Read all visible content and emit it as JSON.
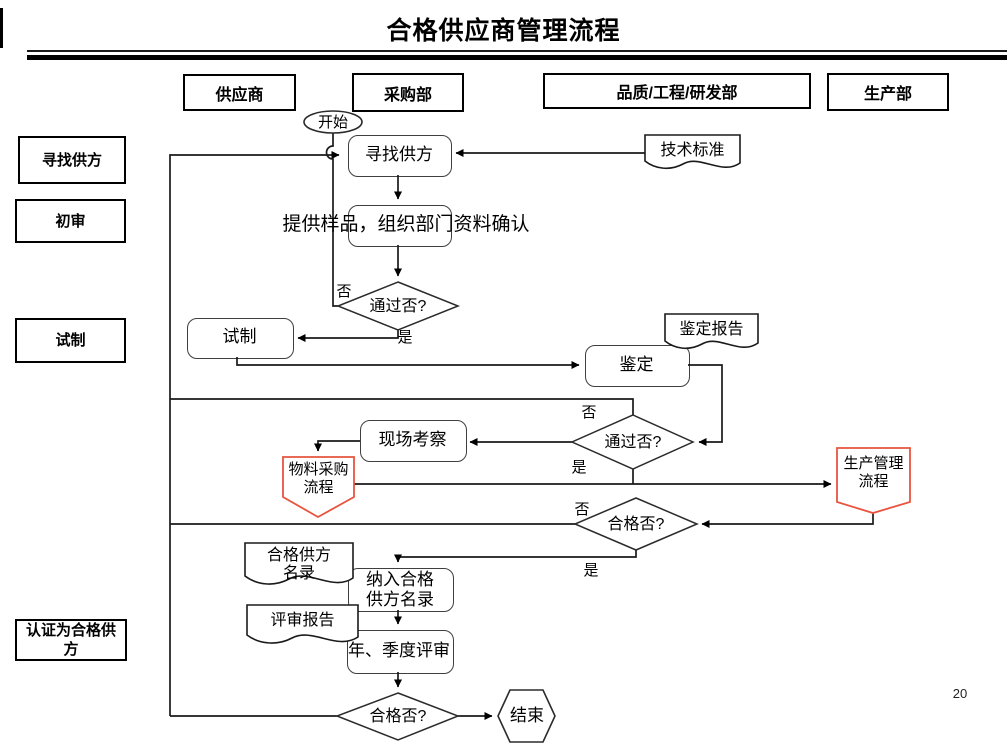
{
  "title": "合格供应商管理流程",
  "page_number": "20",
  "colors": {
    "subprocess_red": "#e8543f",
    "line": "#1a1a1a"
  },
  "lanes": [
    {
      "label": "供应商"
    },
    {
      "label": "采购部"
    },
    {
      "label": "品质/工程/研发部"
    },
    {
      "label": "生产部"
    }
  ],
  "stages": [
    {
      "label": "寻找供方"
    },
    {
      "label": "初审"
    },
    {
      "label": "试制"
    },
    {
      "label": "认证为合格供方"
    }
  ],
  "nodes": {
    "start": {
      "label": "开始"
    },
    "find_supplier": {
      "label": "寻找供方"
    },
    "sample_confirm": {
      "label": "提供样品，组织部门资料确认"
    },
    "pass_check_1": {
      "label": "通过否?"
    },
    "trial": {
      "label": "试制"
    },
    "tech_standard": {
      "label": "技术标准"
    },
    "appraisal": {
      "label": "鉴定"
    },
    "appraisal_report": {
      "label": "鉴定报告"
    },
    "pass_check_2": {
      "label": "通过否?"
    },
    "site_visit": {
      "label": "现场考察"
    },
    "material_purchase": {
      "line1": "物料采购",
      "line2": "流程"
    },
    "production_mgmt": {
      "line1": "生产管理",
      "line2": "流程"
    },
    "qualified_check_1": {
      "label": "合格否?"
    },
    "supplier_list_doc": {
      "line1": "合格供方",
      "line2": "名录"
    },
    "add_to_list": {
      "line1": "纳入合格",
      "line2": "供方名录"
    },
    "review_report": {
      "label": "评审报告"
    },
    "periodic_review": {
      "label": "年、季度评审"
    },
    "qualified_check_2": {
      "label": "合格否?"
    },
    "end": {
      "label": "结束"
    }
  },
  "edge_labels": {
    "yes": "是",
    "no": "否"
  }
}
